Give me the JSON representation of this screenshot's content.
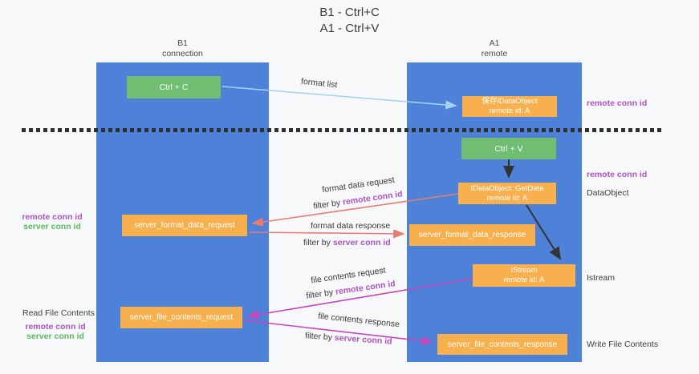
{
  "title": {
    "line1": "B1 - Ctrl+C",
    "line2": "A1 - Ctrl+V"
  },
  "columns": {
    "b1": {
      "name": "B1",
      "subtitle": "connection"
    },
    "a1": {
      "name": "A1",
      "subtitle": "remote"
    }
  },
  "boxes": {
    "ctrl_c": {
      "label": "Ctrl + C"
    },
    "ctrl_v": {
      "label": "Ctrl + V"
    },
    "save_idataobject": {
      "line1": "保存IDataObject",
      "line2": "remote id: A"
    },
    "getdata": {
      "line1": "IDataObject::GetData",
      "line2": "remote id: A"
    },
    "istream": {
      "line1": "IStream",
      "line2": "remote id: A"
    },
    "format_request": {
      "label": "server_format_data_request"
    },
    "format_response": {
      "label": "server_format_data_response"
    },
    "file_request": {
      "label": "server_file_contents_request"
    },
    "file_response": {
      "label": "server_file_contents_response"
    }
  },
  "labels": {
    "format_list": "format list",
    "format_data_request": "format data request",
    "format_data_response": "format data response",
    "file_contents_request": "file contents request",
    "file_contents_response": "file contents response",
    "filter_by": "filter by",
    "remote_conn_id": "remote conn id",
    "server_conn_id": "server conn id",
    "read_file_contents": "Read File Contents",
    "write_file_contents": "Write File Contents",
    "dataobject": "DataObject",
    "istream": "Istream"
  },
  "colors": {
    "panel_blue": "#4e82d8",
    "box_green": "#6fbe72",
    "box_orange": "#f8b04e",
    "conn_id_purple": "#ad54c4",
    "conn_id_green": "#5cb860",
    "arrow_light_blue": "#a3d3f3",
    "arrow_red": "#e87b74",
    "arrow_magenta": "#c944bd",
    "arrow_black": "#333333"
  }
}
